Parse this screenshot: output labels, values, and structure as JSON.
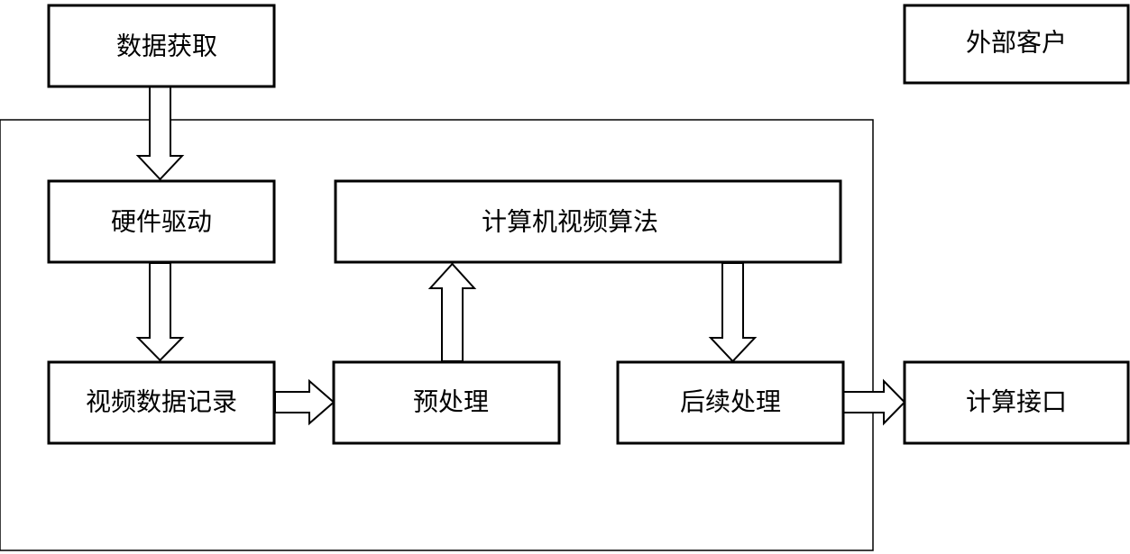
{
  "nodes": {
    "data_acquisition": "数据获取",
    "external_client": "外部客户",
    "hardware_driver": "硬件驱动",
    "computer_vision_algorithm": "计算机视频算法",
    "video_data_recording": "视频数据记录",
    "preprocessing": "预处理",
    "post_processing": "后续处理",
    "computing_interface": "计算接口"
  }
}
